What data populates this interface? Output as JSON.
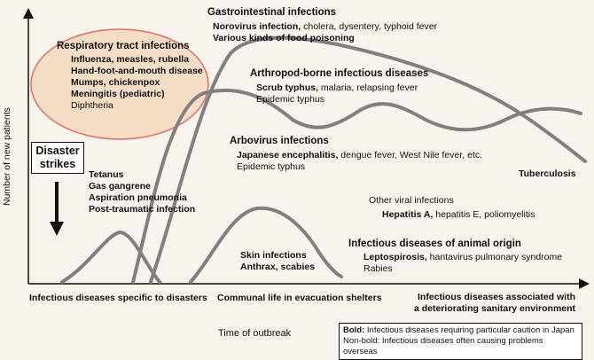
{
  "axes": {
    "y_label": "Number of new patients",
    "x_label": "Time of outbreak"
  },
  "disaster_box": {
    "line1": "Disaster",
    "line2": "strikes"
  },
  "respiratory": {
    "title": "Respiratory tract infections",
    "items_bold": [
      "Influenza, measles, rubella",
      "Hand-foot-and-mouth disease",
      "Mumps, chickenpox",
      "Meningitis (pediatric)"
    ],
    "item_plain": "Diphtheria"
  },
  "disaster_specific": {
    "items_bold": [
      "Tetanus",
      "Gas gangrene",
      "Aspiration pneumonia",
      "Post-traumatic infection"
    ]
  },
  "gastrointestinal": {
    "title": "Gastrointestinal infections",
    "line1_bold": "Norovirus infection,",
    "line1_plain": " cholera, dysentery, typhoid fever",
    "line2_bold": "Various kinds of food poisoning"
  },
  "arthropod": {
    "title": "Arthropod-borne infectious diseases",
    "line1_bold": "Scrub typhus,",
    "line1_plain": " malaria, relapsing fever",
    "line2_plain": "Epidemic typhus"
  },
  "arbovirus": {
    "title": "Arbovirus infections",
    "line1_bold": "Japanese encephalitis,",
    "line1_plain": " dengue fever, West Nile fever, etc.",
    "line2_plain": "Epidemic typhus"
  },
  "tuberculosis": "Tuberculosis",
  "viral": {
    "title_plain": "Other viral infections",
    "line1_bold": "Hepatitis A,",
    "line1_plain": " hepatitis E, poliomyelitis"
  },
  "animal": {
    "title": "Infectious diseases of animal origin",
    "line1_bold": "Leptospirosis,",
    "line1_plain": " hantavirus pulmonary syndrome",
    "line2_plain": "Rabies"
  },
  "skin": {
    "title": "Skin infections",
    "line1_bold": "Anthrax, scabies"
  },
  "phases": {
    "p1": "Infectious diseases specific to disasters",
    "p2": "Communal life in evacuation shelters",
    "p3_line1": "Infectious diseases associated with",
    "p3_line2": "a deteriorating sanitary environment"
  },
  "legend": {
    "bold_key": "Bold:",
    "bold_text": " Infectious diseases requiring particular caution in Japan",
    "plain_text": "Non-bold: Infectious diseases often causing problems overseas"
  },
  "colors": {
    "curve": "#808080",
    "ellipse_fill": "#f5ddc5",
    "ellipse_stroke": "#d9706a",
    "background": "#f8f3ec"
  }
}
